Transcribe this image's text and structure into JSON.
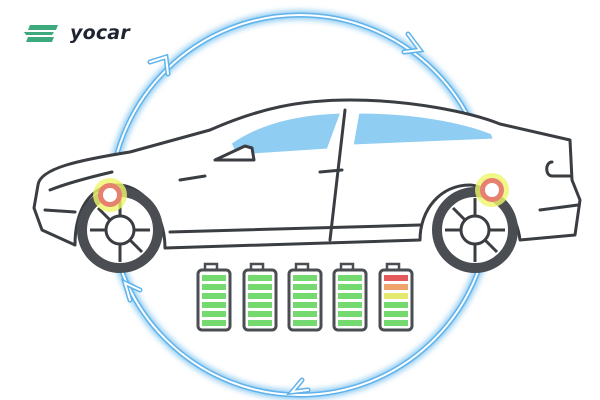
{
  "brand": {
    "name": "yocar",
    "logo_icon": "yocar-stripes-icon",
    "logo_color": "#3daa7d"
  },
  "illustration": {
    "subject": "electric car regenerative braking cycle",
    "cycle_arrows": {
      "count": 4,
      "color": "#64b6ea",
      "glow": "#bfe2fb"
    },
    "car": {
      "outline_color": "#3a3d42",
      "window_color": "#8fcdf3"
    },
    "wheel_highlights": [
      {
        "position": "front"
      },
      {
        "position": "rear"
      }
    ],
    "batteries": [
      {
        "bars": [
          "green",
          "green",
          "green",
          "green",
          "green",
          "green"
        ]
      },
      {
        "bars": [
          "green",
          "green",
          "green",
          "green",
          "green",
          "green"
        ]
      },
      {
        "bars": [
          "green",
          "green",
          "green",
          "green",
          "green",
          "green"
        ]
      },
      {
        "bars": [
          "green",
          "green",
          "green",
          "green",
          "green",
          "green"
        ]
      },
      {
        "bars": [
          "red",
          "orange",
          "yellow",
          "green",
          "green",
          "green"
        ]
      }
    ],
    "colors": {
      "green": "#74d96e",
      "red": "#e55b5b",
      "orange": "#eea46b",
      "yellow": "#e3e86f"
    }
  }
}
